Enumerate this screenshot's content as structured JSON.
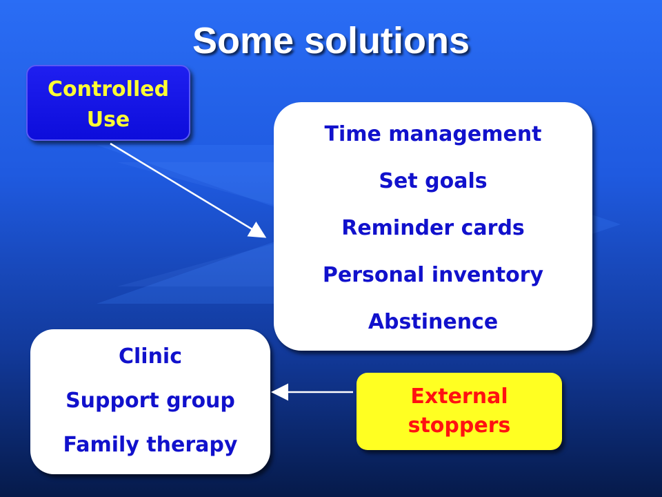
{
  "title": "Some solutions",
  "controlled": {
    "line1": "Controlled",
    "line2": "Use"
  },
  "strategies": [
    "Time management",
    "Set goals",
    "Reminder cards",
    "Personal inventory",
    "Abstinence"
  ],
  "supports": [
    "Clinic",
    "Support group",
    "Family therapy"
  ],
  "external": {
    "line1": "External",
    "line2": "stoppers"
  },
  "colors": {
    "accent_yellow": "#ffff33",
    "box_blue": "#1111cc",
    "stopper_red": "#ff1111"
  }
}
